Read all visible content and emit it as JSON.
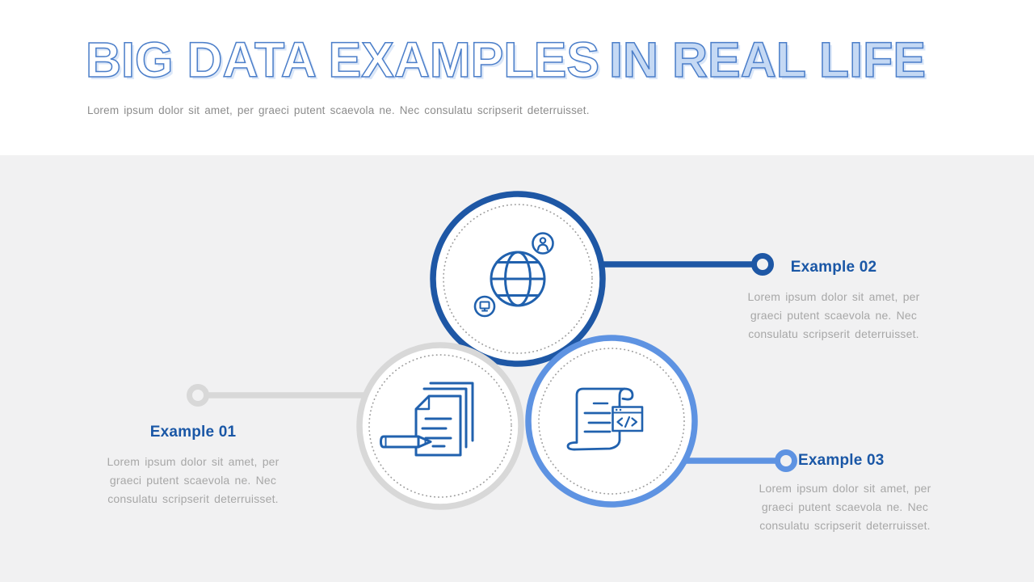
{
  "header": {
    "title_outline": "BIG DATA EXAMPLES",
    "title_filled": "IN REAL LIFE",
    "subtitle": "Lorem ipsum dolor sit amet, per graeci putent scaevola ne. Nec consulatu scripserit deterruisset."
  },
  "examples": [
    {
      "label": "Example 01",
      "body": "Lorem ipsum dolor sit amet, per graeci putent scaevola ne. Nec consulatu scripserit deterruisset.",
      "accent": "#d8d8d8",
      "icon": "documents-pencil-icon"
    },
    {
      "label": "Example 02",
      "body": "Lorem ipsum dolor sit amet, per graeci putent scaevola ne. Nec consulatu scripserit deterruisset.",
      "accent": "#1e57a5",
      "icon": "globe-network-icon"
    },
    {
      "label": "Example 03",
      "body": "Lorem ipsum dolor sit amet, per graeci putent scaevola ne. Nec consulatu scripserit deterruisset.",
      "accent": "#5e93e2",
      "icon": "scroll-code-icon"
    }
  ],
  "colors": {
    "dark_blue": "#1e57a5",
    "light_blue": "#5e93e2",
    "gray": "#d8d8d8",
    "icon_blue": "#2061ae",
    "label_blue": "#1a57a6",
    "body_text": "#a7a7a7",
    "subtitle_text": "#8c8c8c",
    "dotted_ring": "#9e9e9e",
    "title_outline_stroke": "#4b7ec9",
    "title_fill": "#c5d9f4",
    "header_bg": "#ffffff",
    "canvas_bg": "#f1f1f2"
  }
}
